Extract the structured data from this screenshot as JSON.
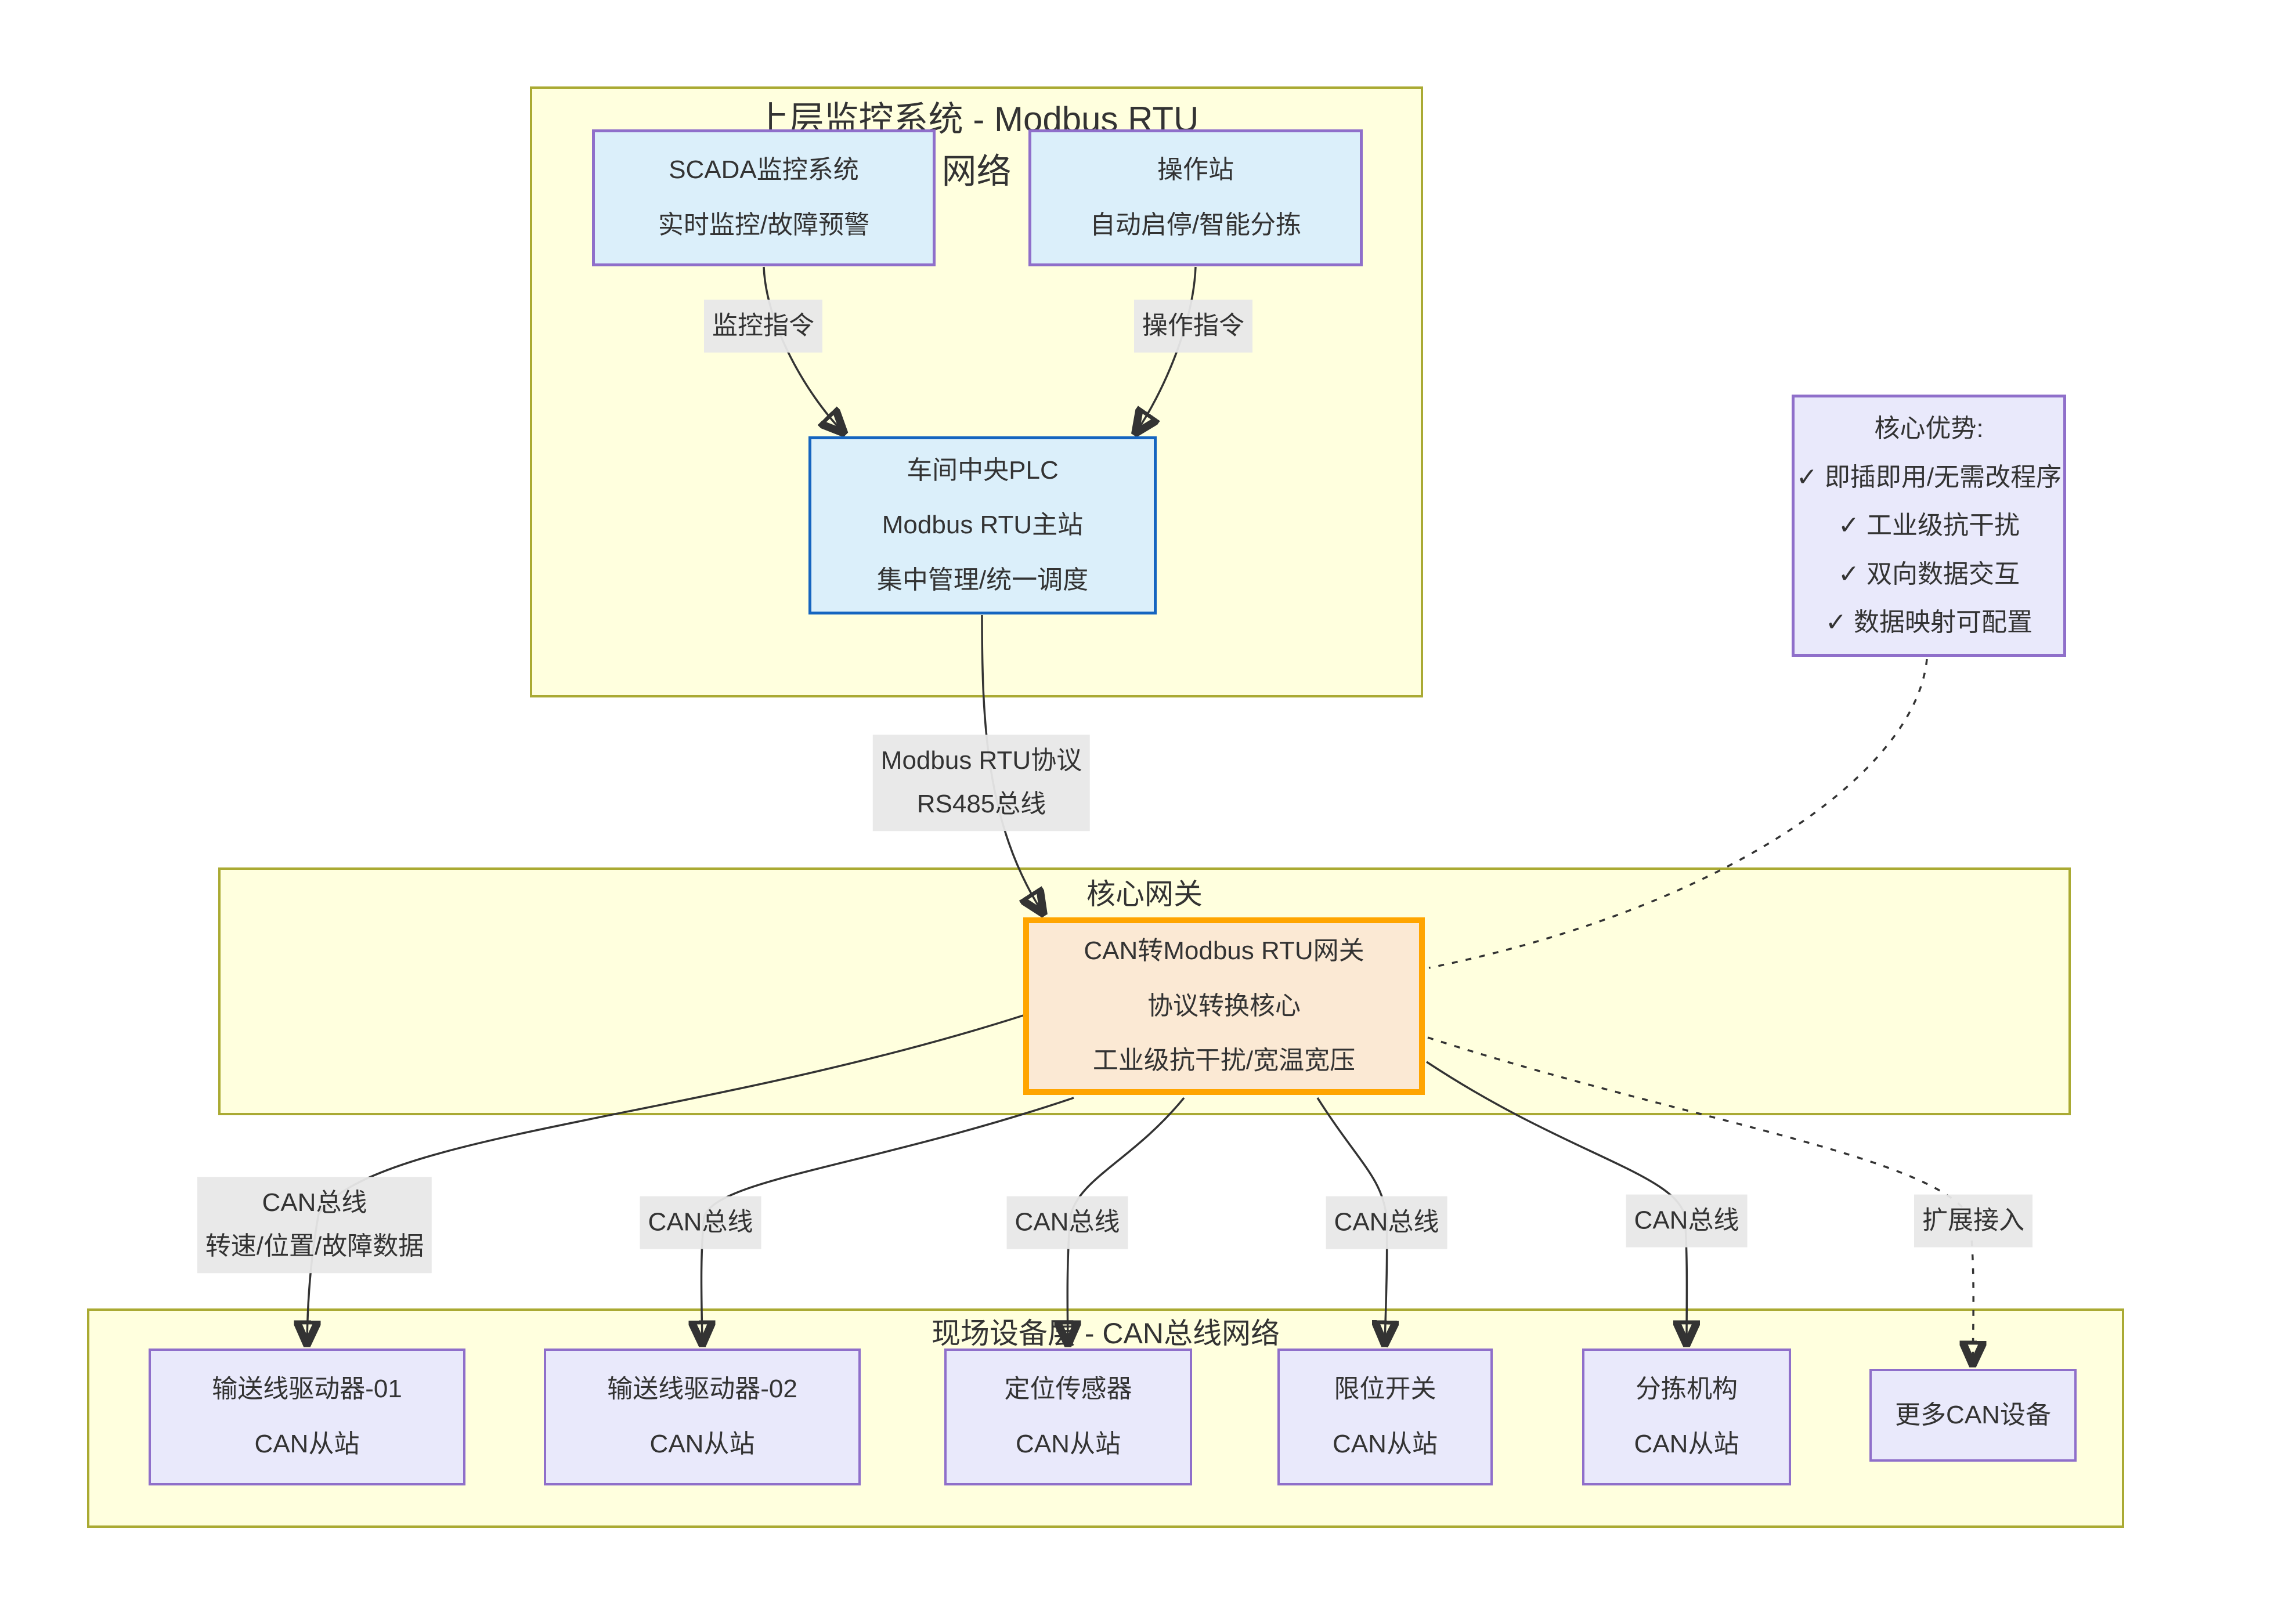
{
  "diagram": {
    "type": "flowchart",
    "colors": {
      "container_fill": "#ffffde",
      "container_border": "#aaaa33",
      "monitor_node_fill": "#dbeffa",
      "monitor_node_border": "#8f6fca",
      "plc_node_border": "#1565c0",
      "gateway_fill": "#fbe9d4",
      "gateway_border": "#ffa500",
      "device_node_fill": "#e9e9fb",
      "device_node_border": "#8f6fca",
      "edge_stroke": "#333333",
      "edge_label_bg": "#e8e8e8",
      "text": "#333333"
    },
    "containers": {
      "upper": {
        "title": "上层监控系统 - Modbus RTU\n网络"
      },
      "gateway_layer": {
        "title": "核心网关"
      },
      "field_layer": {
        "title": "现场设备层 - CAN总线网络"
      }
    },
    "nodes": {
      "scada": {
        "text": "SCADA监控系统\n实时监控/故障预警"
      },
      "operator_station": {
        "text": "操作站\n自动启停/智能分拣"
      },
      "plc": {
        "text": "车间中央PLC\nModbus RTU主站\n集中管理/统一调度"
      },
      "advantages": {
        "text": "核心优势:\n✓ 即插即用/无需改程序\n✓ 工业级抗干扰\n✓ 双向数据交互\n✓ 数据映射可配置"
      },
      "gateway": {
        "text": "CAN转Modbus RTU网关\n协议转换核心\n工业级抗干扰/宽温宽压"
      },
      "driver01": {
        "text": "输送线驱动器-01\nCAN从站"
      },
      "driver02": {
        "text": "输送线驱动器-02\nCAN从站"
      },
      "position_sensor": {
        "text": "定位传感器\nCAN从站"
      },
      "limit_switch": {
        "text": "限位开关\nCAN从站"
      },
      "sorter": {
        "text": "分拣机构\nCAN从站"
      },
      "more_devices": {
        "text": "更多CAN设备"
      }
    },
    "edge_labels": {
      "monitor_cmd": "监控指令",
      "operate_cmd": "操作指令",
      "modbus_bus": "Modbus RTU协议\nRS485总线",
      "can_bus_data": "CAN总线\n转速/位置/故障数据",
      "can_bus_2": "CAN总线",
      "can_bus_3": "CAN总线",
      "can_bus_4": "CAN总线",
      "can_bus_5": "CAN总线",
      "expand_access": "扩展接入"
    }
  }
}
